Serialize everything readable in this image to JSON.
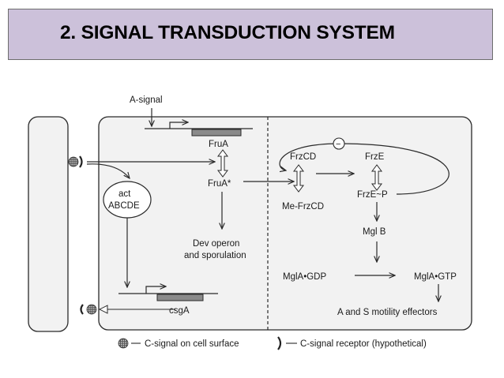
{
  "title": "2. SIGNAL TRANSDUCTION SYSTEM",
  "diagram": {
    "a_signal": "A-signal",
    "frua": "FruA",
    "frua_star": "FruA*",
    "act_line1": "act",
    "act_line2": "ABCDE",
    "dev_line1": "Dev operon",
    "dev_line2": "and sporulation",
    "csga": "csgA",
    "frzcd": "FrzCD",
    "me_frzcd": "Me-FrzCD",
    "frze": "FrzE",
    "frze_p": "FrzE~P",
    "inhibit": "−",
    "mglb": "Mgl B",
    "mgla_gdp": "MglA•GDP",
    "mgla_gtp": "MglA•GTP",
    "effectors": "A and S motility effectors",
    "legend_csignal": "C-signal on cell surface",
    "legend_receptor": "C-signal receptor (hypothetical)"
  },
  "colors": {
    "title_bg": "#ccc1da",
    "line": "#2a2a2a",
    "gene_bar": "#8a8a8a",
    "cell_fill": "#f2f2f2"
  }
}
